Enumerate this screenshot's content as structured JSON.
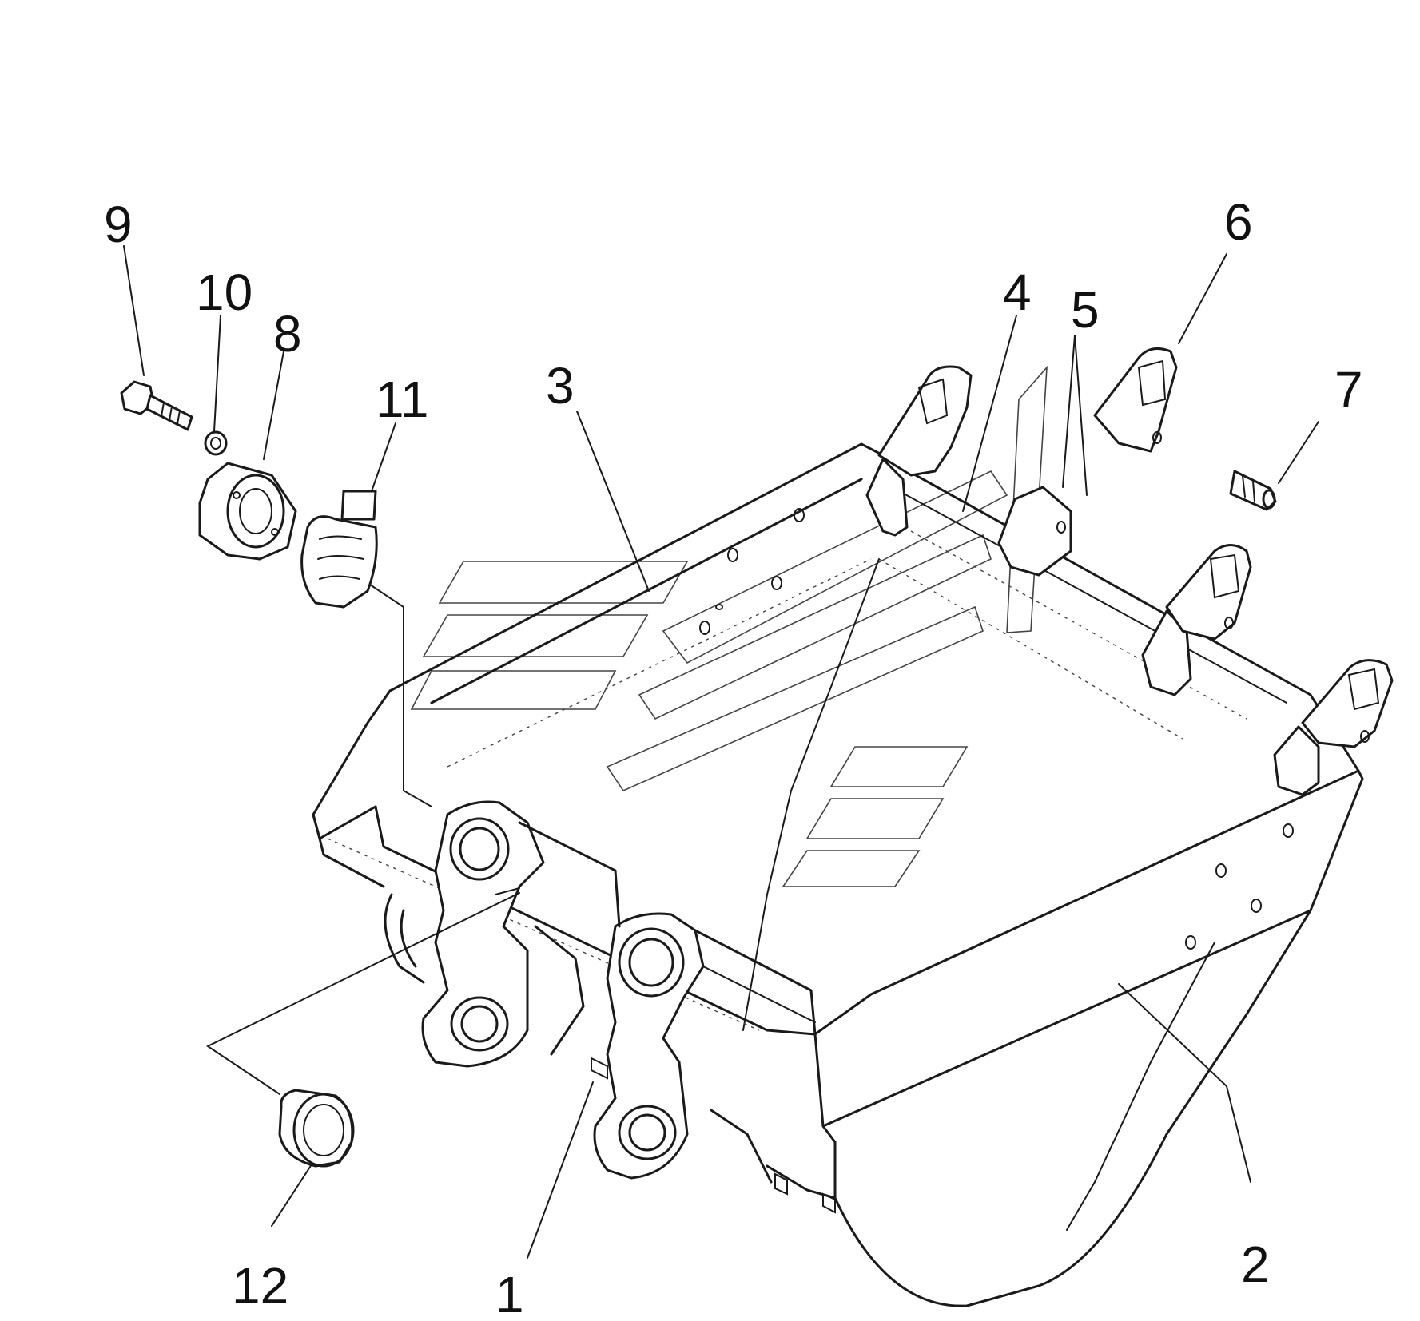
{
  "diagram": {
    "type": "exploded-parts-diagram",
    "callouts": [
      {
        "id": "callout-1",
        "label": "1"
      },
      {
        "id": "callout-2",
        "label": "2"
      },
      {
        "id": "callout-3",
        "label": "3"
      },
      {
        "id": "callout-4",
        "label": "4"
      },
      {
        "id": "callout-5",
        "label": "5"
      },
      {
        "id": "callout-6",
        "label": "6"
      },
      {
        "id": "callout-7",
        "label": "7"
      },
      {
        "id": "callout-8",
        "label": "8"
      },
      {
        "id": "callout-9",
        "label": "9"
      },
      {
        "id": "callout-10",
        "label": "10"
      },
      {
        "id": "callout-11",
        "label": "11"
      },
      {
        "id": "callout-12",
        "label": "12"
      }
    ]
  }
}
